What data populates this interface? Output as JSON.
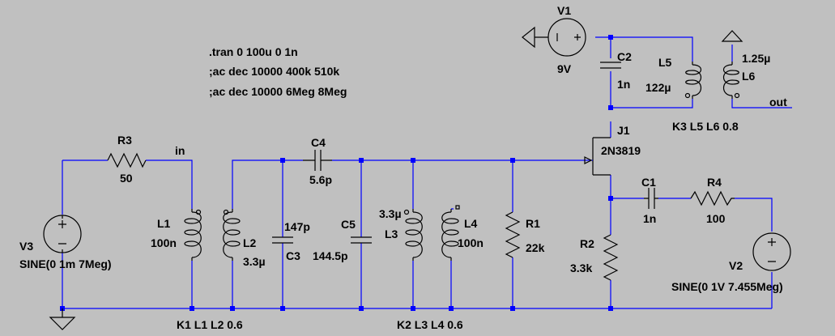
{
  "directives": [
    ".tran 0 100u 0 1n",
    ";ac dec 10000 400k 510k",
    ";ac dec 10000 6Meg 8Meg"
  ],
  "components": {
    "R3": {
      "name": "R3",
      "value": "50"
    },
    "L1": {
      "name": "L1",
      "value": "100n"
    },
    "L2": {
      "name": "L2",
      "value": "3.3µ"
    },
    "C3": {
      "name": "C3",
      "value": "147p"
    },
    "C4": {
      "name": "C4",
      "value": "5.6p"
    },
    "C5": {
      "name": "C5",
      "value": "144.5p"
    },
    "L3": {
      "name": "L3",
      "value": "3.3µ"
    },
    "L4": {
      "name": "L4",
      "value": "100n"
    },
    "R1": {
      "name": "R1",
      "value": "22k"
    },
    "R2": {
      "name": "R2",
      "value": "3.3k"
    },
    "C1": {
      "name": "C1",
      "value": "1n"
    },
    "R4": {
      "name": "R4",
      "value": "100"
    },
    "C2": {
      "name": "C2",
      "value": "1n"
    },
    "L5": {
      "name": "L5",
      "value": "122µ"
    },
    "L6": {
      "name": "L6",
      "value": "1.25µ"
    },
    "J1": {
      "name": "J1",
      "value": "2N3819"
    },
    "V1": {
      "name": "V1",
      "value": "9V"
    },
    "V2": {
      "name": "V2",
      "value": "SINE(0 1V 7.455Meg)"
    },
    "V3": {
      "name": "V3",
      "value": "SINE(0 1m 7Meg)"
    }
  },
  "net_labels": {
    "in": "in",
    "out": "out"
  },
  "couplings": {
    "k1": "K1 L1 L2 0.6",
    "k2": "K2 L3 L4 0.6",
    "k3": "K3 L5 L6 0.8"
  },
  "colors": {
    "background": "#c0c0c0",
    "wire": "#0000ff",
    "component": "#000000"
  }
}
